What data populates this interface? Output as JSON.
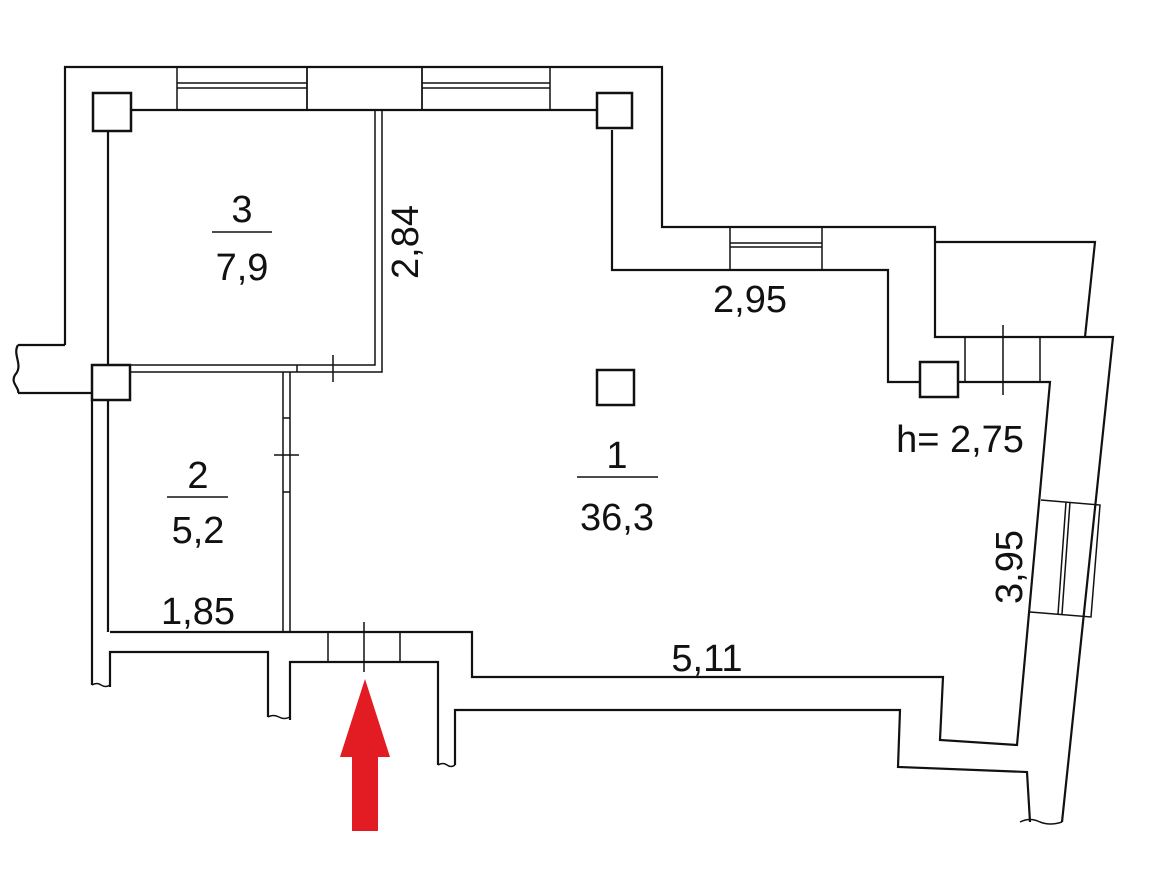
{
  "rooms": [
    {
      "number": "1",
      "area": "36,3"
    },
    {
      "number": "2",
      "area": "5,2"
    },
    {
      "number": "3",
      "area": "7,9"
    }
  ],
  "dimensions": {
    "room3_height": "2,84",
    "room1_top": "2,95",
    "room2_width": "1,85",
    "room1_bottom": "5,11",
    "room1_right": "3,95"
  },
  "ceiling_height": "h= 2,75",
  "colors": {
    "lines": "#111111",
    "entrance_arrow": "#e31b23"
  }
}
